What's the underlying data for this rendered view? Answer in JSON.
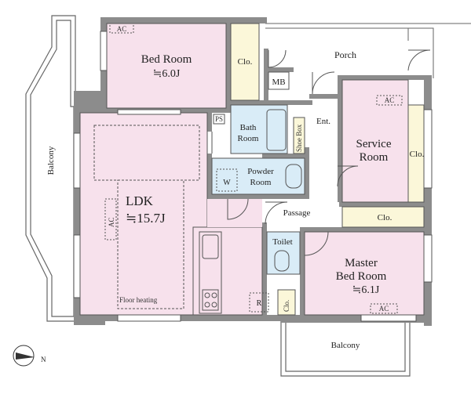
{
  "rooms": {
    "bedroom": {
      "name": "Bed Room",
      "size": "≒6.0J"
    },
    "ldk": {
      "name": "LDK",
      "size": "≒15.7J"
    },
    "service": {
      "name_line1": "Service",
      "name_line2": "Room"
    },
    "master": {
      "name_line1": "Master",
      "name_line2": "Bed Room",
      "size": "≒6.1J"
    },
    "bath": {
      "name_line1": "Bath",
      "name_line2": "Room"
    },
    "powder": {
      "name_line1": "Powder",
      "name_line2": "Room"
    },
    "toilet": {
      "name": "Toilet"
    },
    "passage": {
      "name": "Passage"
    },
    "porch": {
      "name": "Porch"
    },
    "entrance": {
      "name": "Ent."
    }
  },
  "storage": {
    "closet": "Clo.",
    "shoe_box": "Shoe Box",
    "mb": "MB",
    "ps": "PS",
    "washer": "W",
    "refrigerator": "R"
  },
  "markers": {
    "ac": "AC",
    "floor_heating": "Floor heating"
  },
  "balconies": {
    "west": "Balcony",
    "south": "Balcony"
  },
  "compass": {
    "north": "N"
  },
  "colors": {
    "bedroom_fill": "#f7e1ec",
    "wet_fill": "#d9ecf7",
    "closet_fill": "#fbf7d9",
    "wall": "#8c8c8c",
    "line": "#555555"
  }
}
